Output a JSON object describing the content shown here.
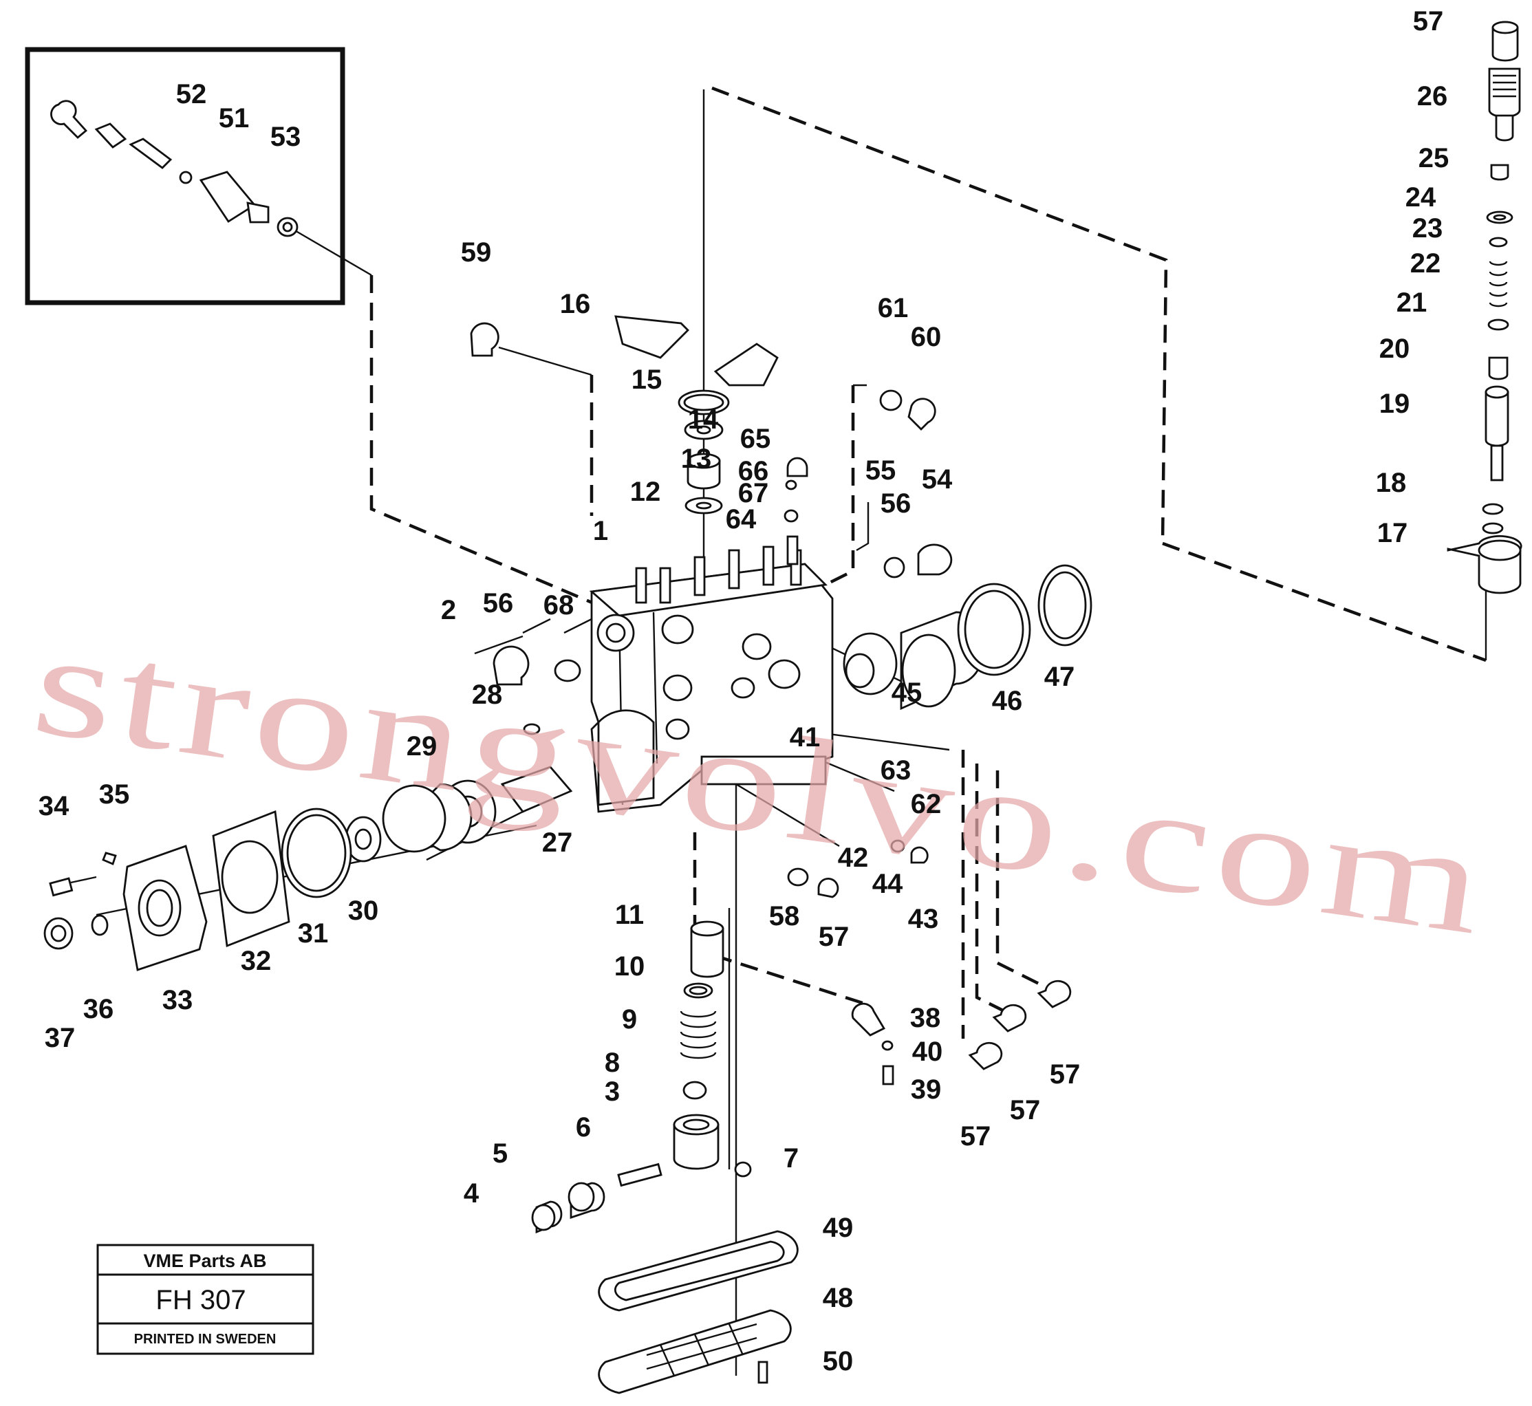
{
  "watermark": "strongvolvo.com",
  "title_block": {
    "company": "VME Parts AB",
    "code": "FH 307",
    "footer": "PRINTED IN SWEDEN"
  },
  "callouts": [
    "52",
    "51",
    "53",
    "59",
    "16",
    "15",
    "14",
    "13",
    "12",
    "1",
    "65",
    "66",
    "67",
    "64",
    "61",
    "60",
    "55",
    "56",
    "54",
    "57",
    "26",
    "25",
    "24",
    "23",
    "22",
    "21",
    "20",
    "19",
    "18",
    "17",
    "2",
    "56",
    "68",
    "28",
    "45",
    "46",
    "47",
    "41",
    "63",
    "62",
    "29",
    "27",
    "34",
    "35",
    "31",
    "30",
    "32",
    "33",
    "37",
    "36",
    "42",
    "44",
    "43",
    "58",
    "57",
    "11",
    "10",
    "9",
    "8",
    "3",
    "6",
    "5",
    "4",
    "7",
    "38",
    "40",
    "39",
    "57",
    "57",
    "57",
    "49",
    "48",
    "50"
  ]
}
